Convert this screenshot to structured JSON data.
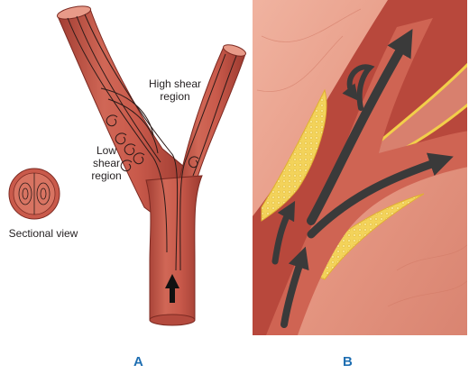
{
  "labels": {
    "high_shear_line1": "High shear",
    "high_shear_line2": "region",
    "low_shear_line1": "Low",
    "low_shear_line2": "shear",
    "low_shear_line3": "region",
    "sectional_view": "Sectional view"
  },
  "panels": {
    "a": "A",
    "b": "B"
  },
  "colors": {
    "vessel": "#c9584a",
    "vessel_dark": "#9e3b30",
    "vessel_light": "#e08a7a",
    "tissue": "#e9a08c",
    "plaque": "#f2cf4a",
    "flow_arrow": "#3a3a3a",
    "panel_letter": "#1f6fb2"
  },
  "icons": [
    "flow-arrow-icon",
    "vortex-icon"
  ]
}
